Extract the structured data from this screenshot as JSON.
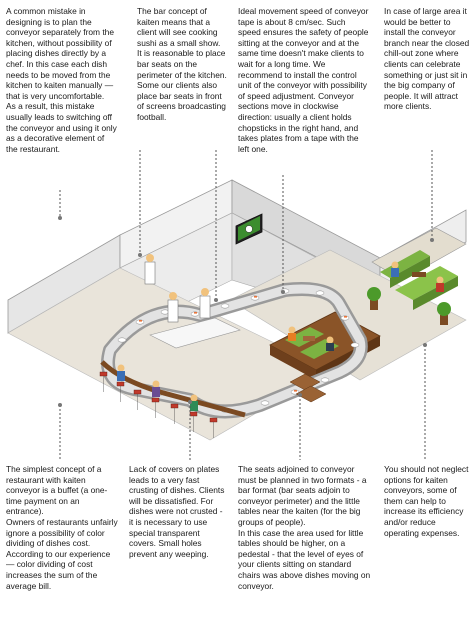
{
  "notes": {
    "top": [
      {
        "id": "mistake",
        "text": "A common mistake in designing is to plan the conveyor separately from the kitchen, without possibility of placing dishes directly by a chef. In this case each dish needs to be moved from the kitchen to kaiten manually — that is very uncomfortable.\nAs a result, this mistake usually leads to switching off the conveyor and using it only as a decorative element of the restaurant."
      },
      {
        "id": "bar-concept",
        "text": "The bar concept of kaiten means that a client will see cooking sushi as a small show. It is reasonable to place bar seats on the perimeter of the kitchen. Some our clients also place bar seats in front of screens broadcasting football."
      },
      {
        "id": "speed",
        "text": "Ideal movement speed of conveyor tape is about 8 cm/sec. Such speed ensures the safety of people sitting at the conveyor and at the same time doesn't make clients to wait for a long time. We recommend to install the control unit of the conveyor with possibility of speed adjustment. Conveyor sections move in clockwise direction: usually a client holds chopsticks in the right hand, and takes plates from a tape with the left one."
      },
      {
        "id": "large-area",
        "text": "In case of large area it would be better to install the conveyor branch near the closed chill-out zone where clients can celebrate something or just sit in the big company of people. It will attract more clients."
      }
    ],
    "bottom": [
      {
        "id": "buffet",
        "text": "The simplest concept of a restaurant with kaiten conveyor is a buffet (a one-time payment on an entrance).\nOwners of restaurants unfairly ignore a possibility of color dividing of dishes cost. According to our experience — color dividing of cost increases the sum of the average bill."
      },
      {
        "id": "covers",
        "text": "Lack of covers on plates leads to a very fast crusting of dishes. Clients will be dissatisfied. For dishes were not crusted - it is necessary to use special transparent covers. Small holes prevent any weeping."
      },
      {
        "id": "seats",
        "text": "The seats adjoined to conveyor must be planned in two formats - a bar format (bar seats adjoin to conveyor perimeter) and the little tables near the kaiten (for the big groups of people).\nIn this case the area used for little tables should be higher, on a pedestal - that the level of eyes of your clients sitting on standard chairs was above dishes moving on conveyor."
      },
      {
        "id": "options",
        "text": "You should not neglect options for kaiten conveyors, some of them can help to increase its efficiency and/or reduce operating expenses."
      }
    ]
  },
  "scene": {
    "screen_icon": "tv-football-icon",
    "colors": {
      "wall_top": "#f4f4f4",
      "wall_side": "#d8d8d8",
      "floor_wood": "#7a4a24",
      "floor_tile": "#e9e4da",
      "conveyor_top": "#d6d6d6",
      "conveyor_side": "#9a9a9a",
      "counter": "#7b4a22",
      "lounge_green": "#7cb342",
      "stool_red": "#c0392b"
    }
  }
}
